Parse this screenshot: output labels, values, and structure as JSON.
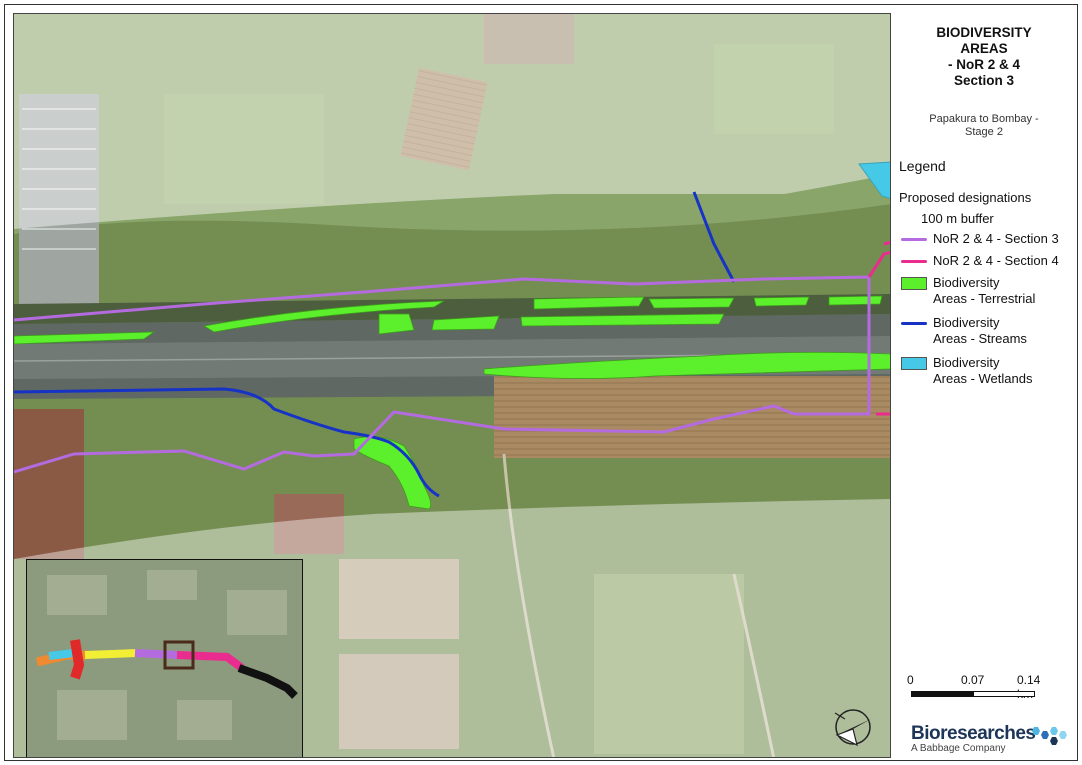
{
  "title_lines": [
    "BIODIVERSITY",
    "AREAS",
    "- NoR 2 & 4",
    "Section 3"
  ],
  "subtitle_lines": [
    "Papakura to Bombay -",
    "Stage 2"
  ],
  "legend": {
    "title": "Legend",
    "group": "Proposed designations",
    "items": [
      {
        "label": "100 m buffer",
        "symbol": "none",
        "color": ""
      },
      {
        "label": "NoR 2 & 4 - Section 3",
        "symbol": "line",
        "color": "#b56be0"
      },
      {
        "label": "NoR 2 & 4 - Section 4",
        "symbol": "line",
        "color": "#ea2c8e"
      },
      {
        "label": "Biodiversity Areas - Terrestrial",
        "label_lines": [
          "Biodiversity",
          "Areas - Terrestrial"
        ],
        "symbol": "fill",
        "color": "#5cf02c"
      },
      {
        "label": "Biodiversity Areas - Streams",
        "label_lines": [
          "Biodiversity",
          "Areas - Streams"
        ],
        "symbol": "line",
        "color": "#1733c6"
      },
      {
        "label": "Biodiversity Areas - Wetlands",
        "label_lines": [
          "Biodiversity",
          "Areas - Wetlands"
        ],
        "symbol": "fill",
        "color": "#45c9e6"
      }
    ]
  },
  "scale_bar": {
    "ticks": [
      "0",
      "0.07",
      "0.14 km"
    ]
  },
  "brand": {
    "name": "Bioresearches",
    "tagline": "A Babbage Company"
  },
  "icons": {
    "north_arrow": "north-arrow-icon",
    "brand_logo": "hexagon-cluster-icon"
  },
  "colors": {
    "section3": "#b56be0",
    "section4": "#ea2c8e",
    "terrestrial": "#5cf02c",
    "streams": "#1733c6",
    "wetlands": "#45c9e6",
    "buffer": "#ffffff"
  }
}
